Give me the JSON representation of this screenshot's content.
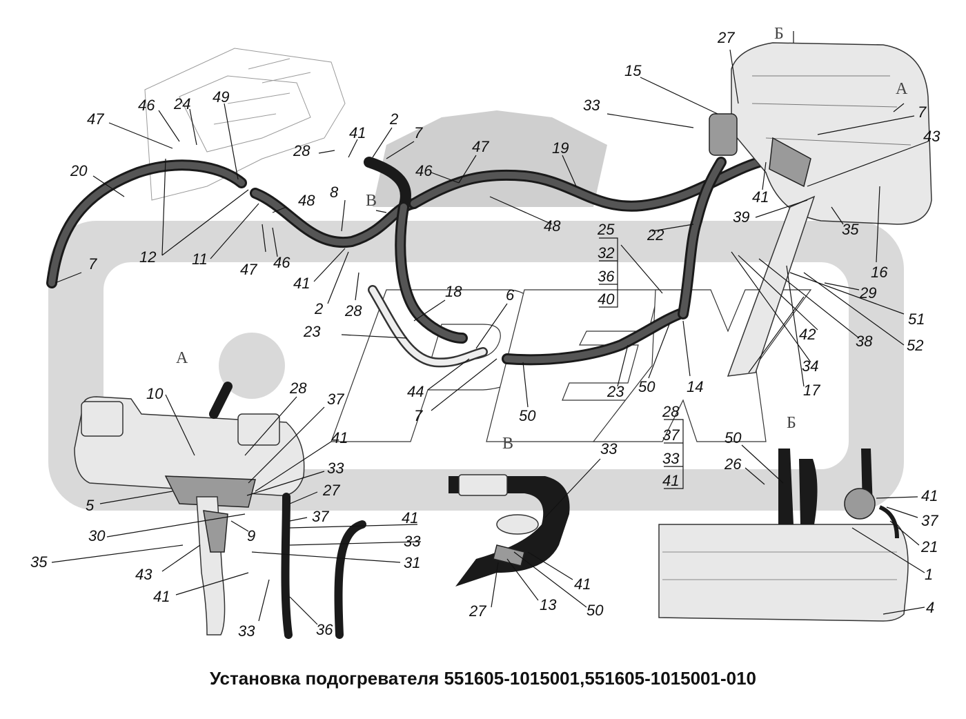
{
  "caption": "Установка подогревателя 551605-1015001,551605-1015001-010",
  "watermark": "PEX",
  "view_letters": [
    {
      "key": "A_top",
      "text": "А"
    },
    {
      "key": "B_top",
      "text": "Б"
    },
    {
      "key": "V_mid",
      "text": "В"
    },
    {
      "key": "A_left",
      "text": "А"
    },
    {
      "key": "V_bottom",
      "text": "В"
    },
    {
      "key": "B_bottom",
      "text": "Б"
    }
  ],
  "callouts": [
    "47",
    "46",
    "24",
    "49",
    "20",
    "12",
    "11",
    "47",
    "46",
    "7",
    "48",
    "41",
    "28",
    "2",
    "7",
    "8",
    "41",
    "2",
    "28",
    "47",
    "46",
    "19",
    "48",
    "23",
    "18",
    "6",
    "44",
    "7",
    "50",
    "23",
    "50",
    "14",
    "27",
    "15",
    "33",
    "7",
    "43",
    "41",
    "39",
    "35",
    "16",
    "22",
    "29",
    "51",
    "42",
    "38",
    "52",
    "34",
    "17",
    "10",
    "28",
    "37",
    "41",
    "33",
    "27",
    "5",
    "30",
    "9",
    "37",
    "41",
    "33",
    "31",
    "35",
    "43",
    "41",
    "33",
    "36",
    "33",
    "41",
    "50",
    "27",
    "13",
    "50",
    "26",
    "41",
    "37",
    "21",
    "1",
    "4"
  ],
  "stack_callouts": {
    "stack_a": [
      "25",
      "32",
      "36",
      "40"
    ],
    "stack_b": [
      "28",
      "37",
      "33",
      "41"
    ]
  },
  "colors": {
    "ink": "#111111",
    "watermark": "#d9d9d9",
    "part": "#e8e8e8"
  }
}
